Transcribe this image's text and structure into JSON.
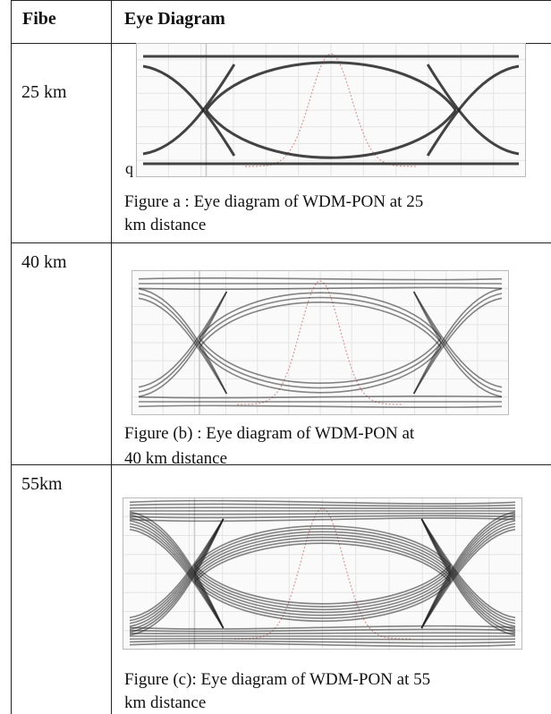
{
  "header": {
    "col1": "Fibe",
    "col2": "Eye Diagram"
  },
  "rows": [
    {
      "fibe": "25 km",
      "caption_line1": "Figure a : Eye diagram of WDM-PON at 25",
      "caption_line2": "km distance",
      "marker": "q",
      "eye_closure": 0.0,
      "spread": 1
    },
    {
      "fibe": "40 km",
      "caption_line1": "Figure (b) : Eye diagram of WDM-PON at",
      "caption_line2": "40 km distance",
      "eye_closure": 0.2,
      "spread": 3
    },
    {
      "fibe": "55km",
      "caption_line1": "Figure (c): Eye diagram of WDM-PON at 55",
      "caption_line2": "km distance",
      "eye_closure": 0.45,
      "spread": 7
    }
  ]
}
